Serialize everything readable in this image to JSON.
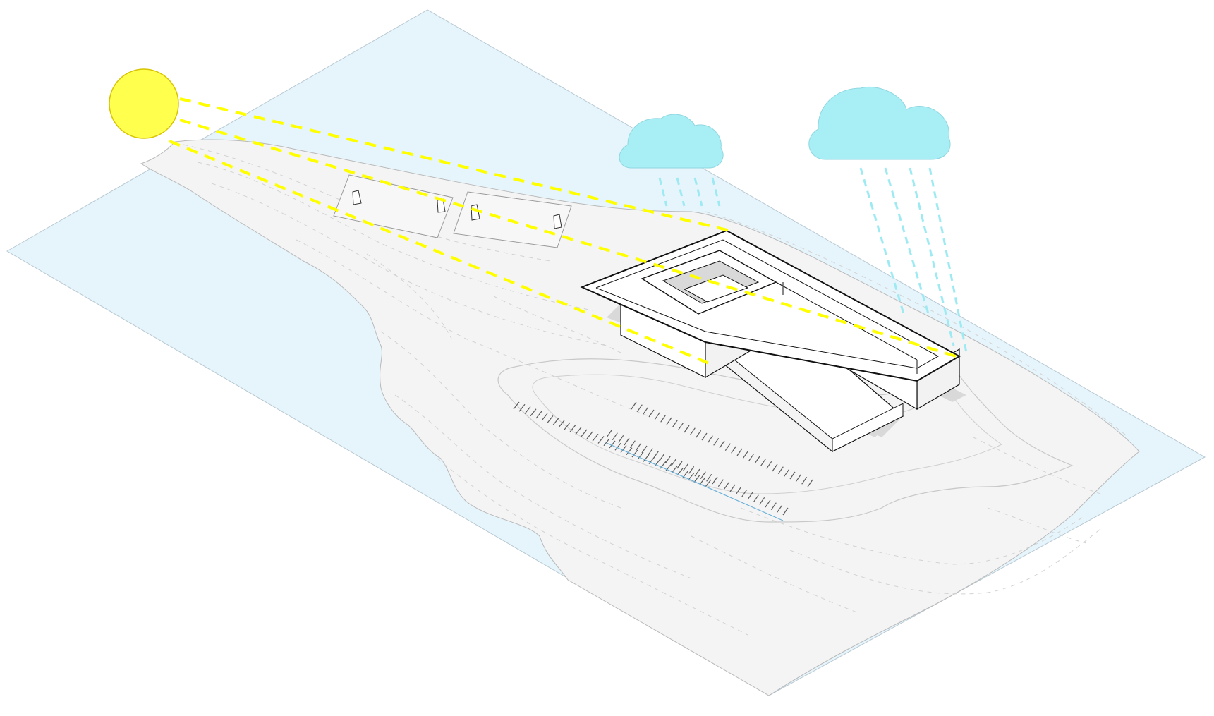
{
  "diagram": {
    "kind": "isometric site diagram: sun path and rainfall over a building on a coastal site",
    "colors": {
      "water": "#e6f4fb",
      "land": "#f4f4f4",
      "land_stroke": "#b9b9b9",
      "contour": "#d2d2d2",
      "sun": "#ffff4d",
      "sun_stroke": "#d8c400",
      "sun_ray": "#ffff00",
      "cloud": "#a8eff5",
      "cloud_stroke": "#8fd6e0",
      "rain": "#9eeaf2",
      "building_top": "#ffffff",
      "building_shadow": "#d9d9d9",
      "building_stroke": "#111111"
    },
    "sun_rays": 3,
    "clouds": 2,
    "rain_streaks": [
      4,
      4
    ],
    "solar_panels": 2,
    "parking_rows": 2
  }
}
